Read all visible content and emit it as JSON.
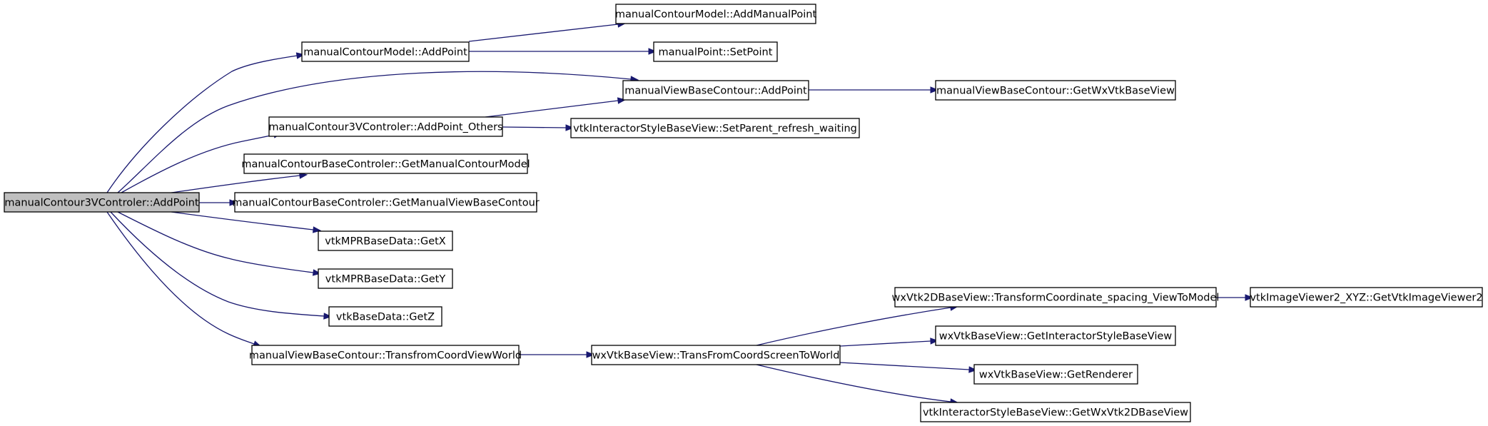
{
  "diagram": {
    "root": "manualContour3VControler::AddPoint",
    "nodes": [
      {
        "id": "root",
        "label": "manualContour3VControler::AddPoint",
        "root": true
      },
      {
        "id": "mcm_addpoint",
        "label": "manualContourModel::AddPoint"
      },
      {
        "id": "mcm_addmanualpoint",
        "label": "manualContourModel::AddManualPoint"
      },
      {
        "id": "mp_setpoint",
        "label": "manualPoint::SetPoint"
      },
      {
        "id": "mvbc_addpoint",
        "label": "manualViewBaseContour::AddPoint"
      },
      {
        "id": "mvbc_getwxvtkbaseview",
        "label": "manualViewBaseContour::GetWxVtkBaseView"
      },
      {
        "id": "m3v_addpoint_others",
        "label": "manualContour3VControler::AddPoint_Others"
      },
      {
        "id": "visbv_setparent",
        "label": "vtkInteractorStyleBaseView::SetParent_refresh_waiting"
      },
      {
        "id": "mcbc_getmodel",
        "label": "manualContourBaseControler::GetManualContourModel"
      },
      {
        "id": "mcbc_getviewbase",
        "label": "manualContourBaseControler::GetManualViewBaseContour"
      },
      {
        "id": "mpr_getx",
        "label": "vtkMPRBaseData::GetX"
      },
      {
        "id": "mpr_gety",
        "label": "vtkMPRBaseData::GetY"
      },
      {
        "id": "vbd_getz",
        "label": "vtkBaseData::GetZ"
      },
      {
        "id": "mvbc_transfrom",
        "label": "manualViewBaseContour::TransfromCoordViewWorld"
      },
      {
        "id": "wxv_transfrom",
        "label": "wxVtkBaseView::TransFromCoordScreenToWorld"
      },
      {
        "id": "wx2d_transform",
        "label": "wxVtk2DBaseView::TransformCoordinate_spacing_ViewToModel"
      },
      {
        "id": "viv_getimageviewer",
        "label": "vtkImageViewer2_XYZ::GetVtkImageViewer2"
      },
      {
        "id": "wxv_getinteractor",
        "label": "wxVtkBaseView::GetInteractorStyleBaseView"
      },
      {
        "id": "wxv_getrenderer",
        "label": "wxVtkBaseView::GetRenderer"
      },
      {
        "id": "visbv_getwx2d",
        "label": "vtkInteractorStyleBaseView::GetWxVtk2DBaseView"
      }
    ],
    "edges": [
      {
        "from": "root",
        "to": "mcm_addpoint"
      },
      {
        "from": "root",
        "to": "mvbc_addpoint"
      },
      {
        "from": "root",
        "to": "m3v_addpoint_others"
      },
      {
        "from": "root",
        "to": "mcbc_getmodel"
      },
      {
        "from": "root",
        "to": "mcbc_getviewbase"
      },
      {
        "from": "root",
        "to": "mpr_getx"
      },
      {
        "from": "root",
        "to": "mpr_gety"
      },
      {
        "from": "root",
        "to": "vbd_getz"
      },
      {
        "from": "root",
        "to": "mvbc_transfrom"
      },
      {
        "from": "mcm_addpoint",
        "to": "mcm_addmanualpoint"
      },
      {
        "from": "mcm_addpoint",
        "to": "mp_setpoint"
      },
      {
        "from": "mvbc_addpoint",
        "to": "mvbc_getwxvtkbaseview"
      },
      {
        "from": "m3v_addpoint_others",
        "to": "mvbc_addpoint"
      },
      {
        "from": "m3v_addpoint_others",
        "to": "visbv_setparent"
      },
      {
        "from": "mvbc_transfrom",
        "to": "wxv_transfrom"
      },
      {
        "from": "wxv_transfrom",
        "to": "wx2d_transform"
      },
      {
        "from": "wxv_transfrom",
        "to": "wxv_getinteractor"
      },
      {
        "from": "wxv_transfrom",
        "to": "wxv_getrenderer"
      },
      {
        "from": "wxv_transfrom",
        "to": "visbv_getwx2d"
      },
      {
        "from": "wx2d_transform",
        "to": "viv_getimageviewer"
      }
    ],
    "colors": {
      "edge": "#191970",
      "node_border": "#000000",
      "root_fill": "#bfbfbf",
      "node_fill": "#ffffff"
    }
  }
}
